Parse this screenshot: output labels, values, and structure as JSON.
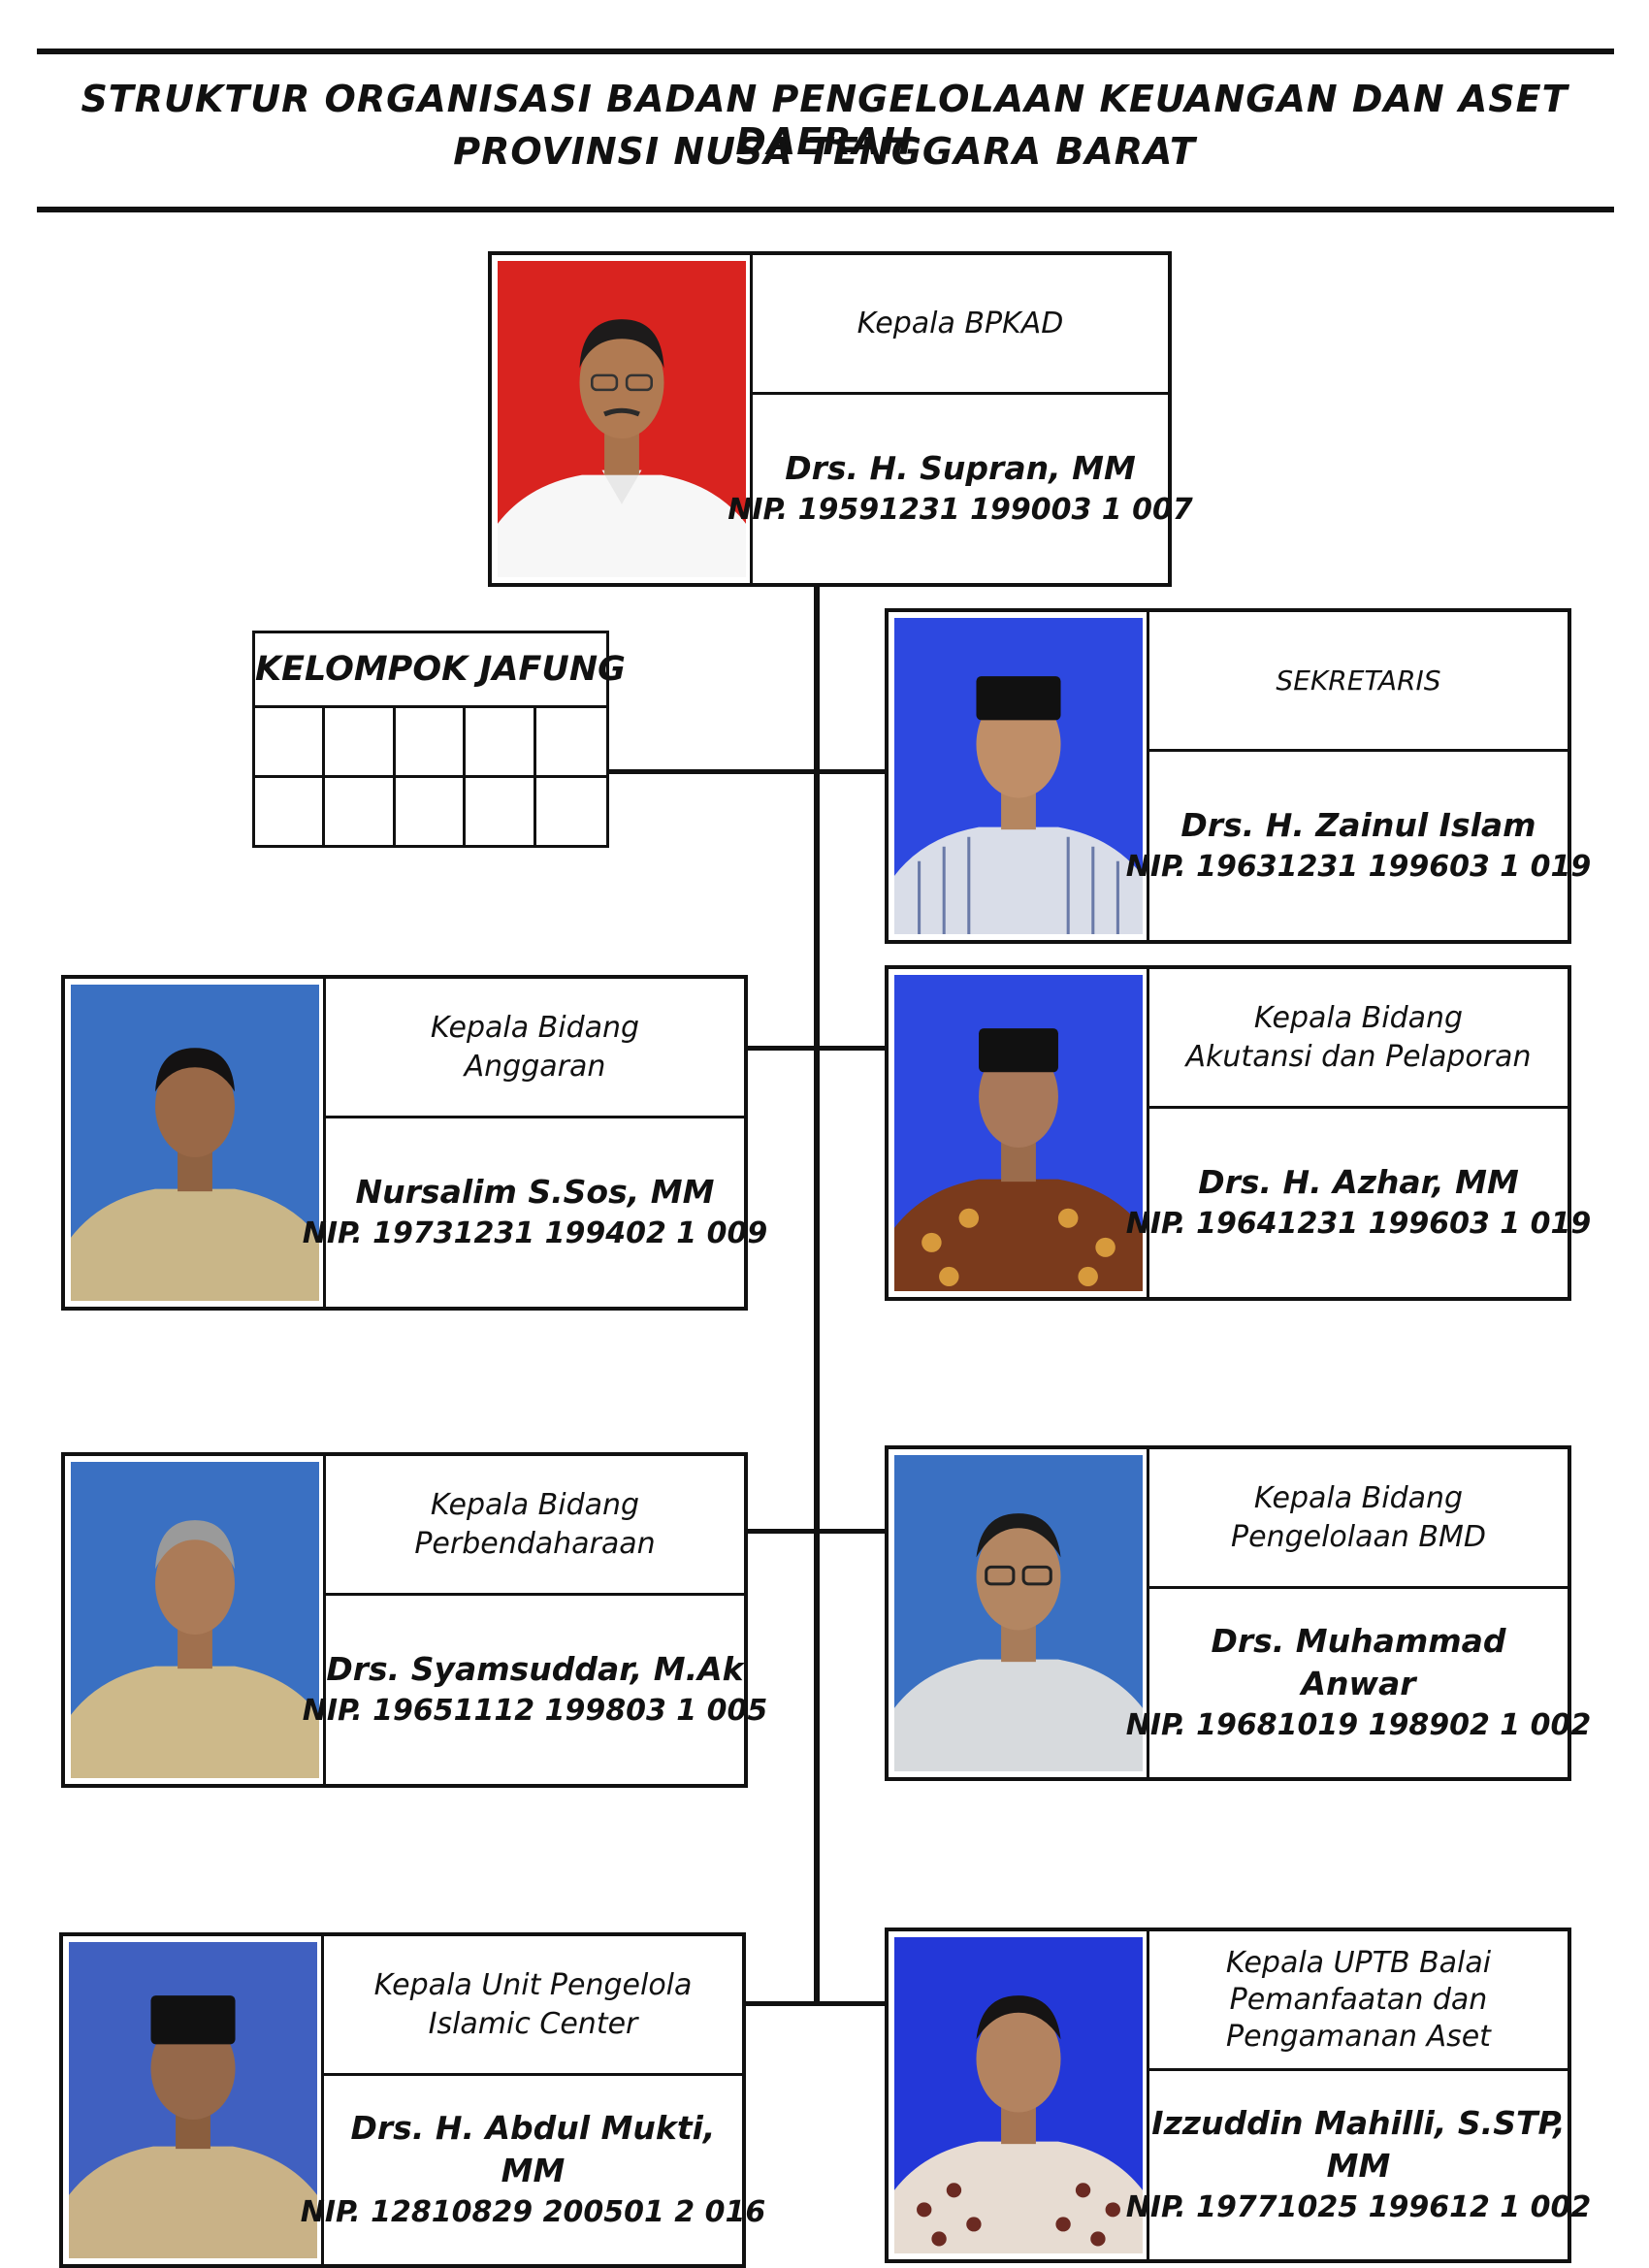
{
  "header": {
    "title_line1": "STRUKTUR ORGANISASI BADAN PENGELOLAAN KEUANGAN DAN ASET DAERAH",
    "title_line2": "PROVINSI NUSA TENGGARA BARAT"
  },
  "jafung": {
    "label": "KELOMPOK JAFUNG",
    "cells": 10
  },
  "colors": {
    "red_backdrop": "#d9231f",
    "blue_backdrop": "#2d48e0",
    "steel_backdrop": "#3a70c2",
    "line": "#111111"
  },
  "cards": {
    "kepala": {
      "position_line1": "Kepala BPKAD",
      "position_line2": "",
      "name": "Drs. H. Supran, MM",
      "nip": "NIP. 19591231 199003 1 007",
      "photo_icon": "portrait-red-background"
    },
    "sekretaris": {
      "position_line1": "SEKRETARIS",
      "position_line2": "",
      "name": "Drs. H. Zainul Islam",
      "nip": "NIP. 19631231 199603 1 019",
      "photo_icon": "portrait-blue-background"
    },
    "anggaran": {
      "position_line1": "Kepala Bidang",
      "position_line2": "Anggaran",
      "name": "Nursalim S.Sos, MM",
      "nip": "NIP. 19731231 199402 1 009",
      "photo_icon": "portrait-blue-background"
    },
    "akuntansi": {
      "position_line1": "Kepala Bidang",
      "position_line2": "Akutansi dan Pelaporan",
      "name": "Drs. H. Azhar, MM",
      "nip": "NIP. 19641231 199603 1 019",
      "photo_icon": "portrait-blue-background"
    },
    "perbendaharaan": {
      "position_line1": "Kepala Bidang",
      "position_line2": "Perbendaharaan",
      "name": "Drs. Syamsuddar, M.Ak",
      "nip": "NIP. 19651112 199803 1 005",
      "photo_icon": "portrait-blue-background"
    },
    "bmd": {
      "position_line1": "Kepala Bidang",
      "position_line2": "Pengelolaan BMD",
      "name": "Drs. Muhammad Anwar",
      "nip": "NIP. 19681019 198902 1 002",
      "photo_icon": "portrait-blue-background"
    },
    "islamic": {
      "position_line1": "Kepala Unit Pengelola",
      "position_line2": "Islamic Center",
      "name": "Drs. H. Abdul Mukti, MM",
      "nip": "NIP. 12810829 200501 2 016",
      "photo_icon": "portrait-blue-background"
    },
    "uptb": {
      "position_line1": "Kepala UPTB Balai",
      "position_line2": "Pemanfaatan dan",
      "position_line3": "Pengamanan Aset",
      "name": "Izzuddin Mahilli, S.STP, MM",
      "nip": "NIP. 19771025 199612 1 002",
      "photo_icon": "portrait-blue-background"
    }
  }
}
